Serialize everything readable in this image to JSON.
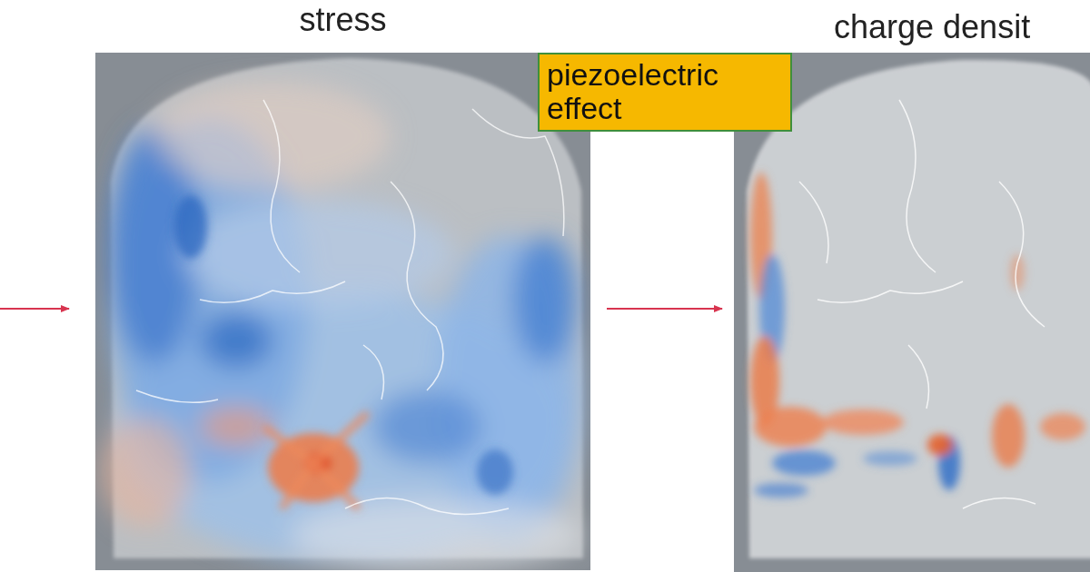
{
  "diagram": {
    "nodes": [
      {
        "text": [
          "stress"
        ]
      },
      {
        "text": [
          "piezoelectric effect"
        ]
      },
      {
        "text": [
          "charge densit"
        ]
      }
    ],
    "edges": [
      {
        "from": 0,
        "to": 2,
        "arrow": "to"
      }
    ]
  }
}
